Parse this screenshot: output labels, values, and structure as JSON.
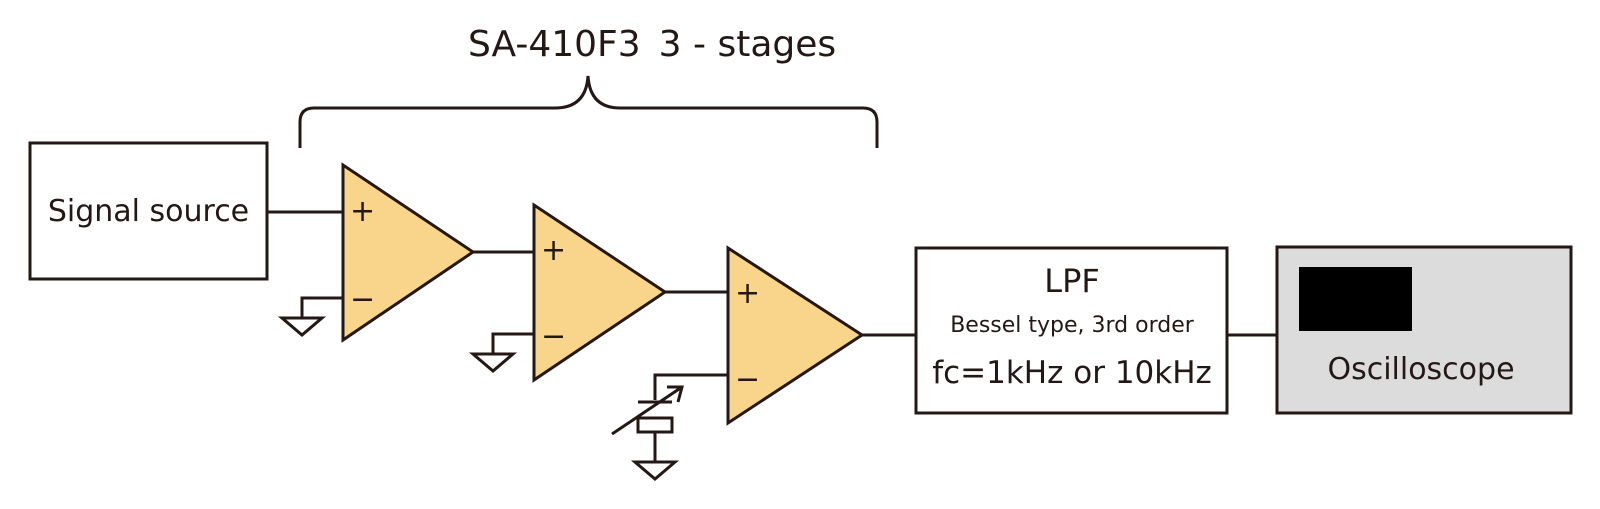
{
  "title": {
    "model": "SA-410F3",
    "stages": "3 - stages"
  },
  "blocks": {
    "signal_source": "Signal source",
    "lpf": {
      "title": "LPF",
      "subtitle": "Bessel type, 3rd order",
      "cutoff": "fc=1kHz or 10kHz"
    },
    "oscilloscope": "Oscilloscope"
  },
  "amplifiers": [
    {
      "plus": "+",
      "minus": "−"
    },
    {
      "plus": "+",
      "minus": "−"
    },
    {
      "plus": "+",
      "minus": "−"
    }
  ],
  "colors": {
    "amp_fill": "#f9d58c",
    "line": "#231815",
    "scope_bg": "#dcdcdc",
    "screen": "#000000"
  }
}
